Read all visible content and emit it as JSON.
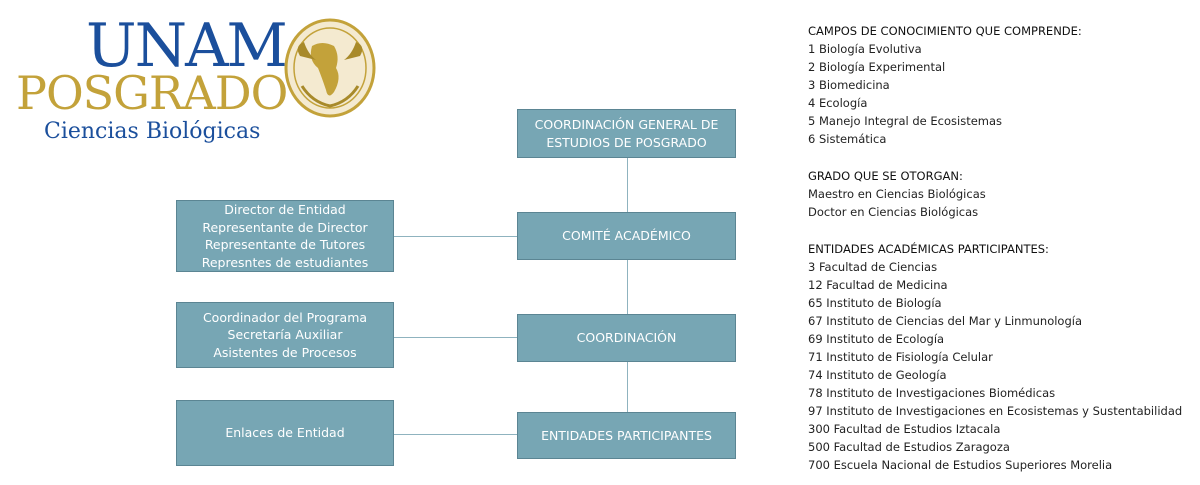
{
  "logo": {
    "unam": "UNAM",
    "posgrado": "POSGRADO",
    "subtitle": "Ciencias Biológicas",
    "seal_icon": "unam-seal-icon",
    "colors": {
      "blue": "#1b4f9c",
      "gold": "#c3a23a"
    }
  },
  "diagram": {
    "box_color": "#77a6b4",
    "coordinacion_general": [
      "COORDINACIÓN GENERAL DE",
      "ESTUDIOS DE POSGRADO"
    ],
    "comite": "COMITÉ ACADÉMICO",
    "coordinacion": "COORDINACIÓN",
    "entidades": "ENTIDADES PARTICIPANTES",
    "comite_members": [
      "Director de Entidad",
      "Representante de Director",
      "Representante de Tutores",
      "Represntes de estudiantes"
    ],
    "coordinacion_members": [
      "Coordinador del Programa",
      "Secretaría Auxiliar",
      "Asistentes de Procesos"
    ],
    "entidades_members": [
      "Enlaces de Entidad"
    ]
  },
  "info": {
    "campos": {
      "title": "CAMPOS DE CONOCIMIENTO QUE COMPRENDE:",
      "items": [
        "1 Biología Evolutiva",
        "2 Biología Experimental",
        "3 Biomedicina",
        "4 Ecología",
        "5 Manejo Integral de Ecosistemas",
        "6 Sistemática"
      ]
    },
    "grado": {
      "title": "GRADO QUE SE OTORGAN:",
      "items": [
        "Maestro en Ciencias Biológicas",
        "Doctor en Ciencias Biológicas"
      ]
    },
    "entidades": {
      "title": "ENTIDADES ACADÉMICAS PARTICIPANTES:",
      "items": [
        "3 Facultad de Ciencias",
        "12 Facultad de Medicina",
        "65 Instituto de Biología",
        "67 Instituto de Ciencias del Mar y Linmunología",
        "69 Instituto de Ecología",
        "71 Instituto de Fisiología Celular",
        "74 Instituto de Geología",
        "78 Instituto de Investigaciones Biomédicas",
        "97 Instituto de Investigaciones en Ecosistemas y Sustentabilidad",
        "300 Facultad de Estudios Iztacala",
        "500 Facultad de Estudios Zaragoza",
        "700 Escuela Nacional de Estudios Superiores Morelia"
      ]
    }
  }
}
